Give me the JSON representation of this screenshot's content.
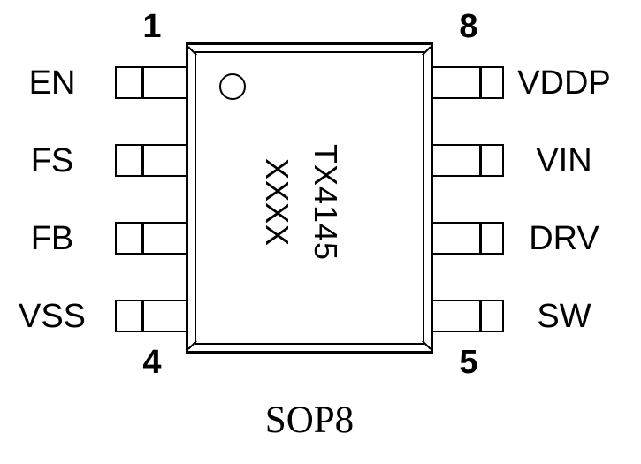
{
  "diagram": {
    "package_label": "SOP8",
    "marking": {
      "line1": "TX4145",
      "line2": "XXXX"
    },
    "left_pins": [
      "EN",
      "FS",
      "FB",
      "VSS"
    ],
    "right_pins": [
      "VDDP",
      "VIN",
      "DRV",
      "SW"
    ],
    "pin_numbers": {
      "top_left": "1",
      "top_right": "8",
      "bottom_left": "4",
      "bottom_right": "5"
    },
    "colors": {
      "line": "#000000",
      "background": "#ffffff"
    }
  }
}
